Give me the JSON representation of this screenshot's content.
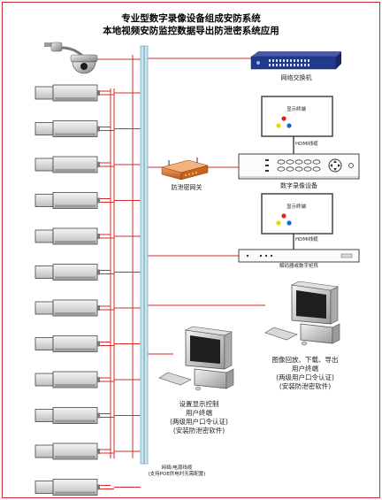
{
  "title": {
    "line1": "专业型数字录像设备组成安防系统",
    "line2": "本地视频安防监控数据导出防泄密系统应用"
  },
  "labels": {
    "network_switch": "网络交换机",
    "display_terminal_1": "显示终端",
    "hdmi_cable_1": "HDMI线缆",
    "digital_recorder": "数字录像设备",
    "anti_leak_gateway": "防泄密网关",
    "display_terminal_2": "显示终端",
    "hdmi_cable_2": "HDMI线缆",
    "decoder": "解码器或数字矩阵",
    "export_terminal": [
      "图像回放、下载、导出",
      "用户终端",
      "(两级用户口令认证)",
      "(安装防泄密软件)"
    ],
    "display_control_terminal": [
      "设置显示控制",
      "用户终端",
      "(两级用户口令认证)",
      "(安装防泄密软件)"
    ],
    "bottom_note": [
      "网络/电源线缆",
      "(支持POE供电时无需配置)"
    ]
  },
  "colors": {
    "frame": "#cc3333",
    "red_line": "#d42a2a",
    "backbone": "#c8e4ee",
    "backbone_edge": "#8fb8c8"
  },
  "icons": {
    "dome_camera": "dome-camera-icon",
    "box_camera": "box-camera-icon",
    "switch": "network-switch-icon",
    "monitor": "monitor-icon",
    "recorder": "dvr-icon",
    "gateway": "router-icon",
    "decoder": "decoder-icon",
    "pc": "desktop-pc-icon"
  },
  "camera_count": 12
}
